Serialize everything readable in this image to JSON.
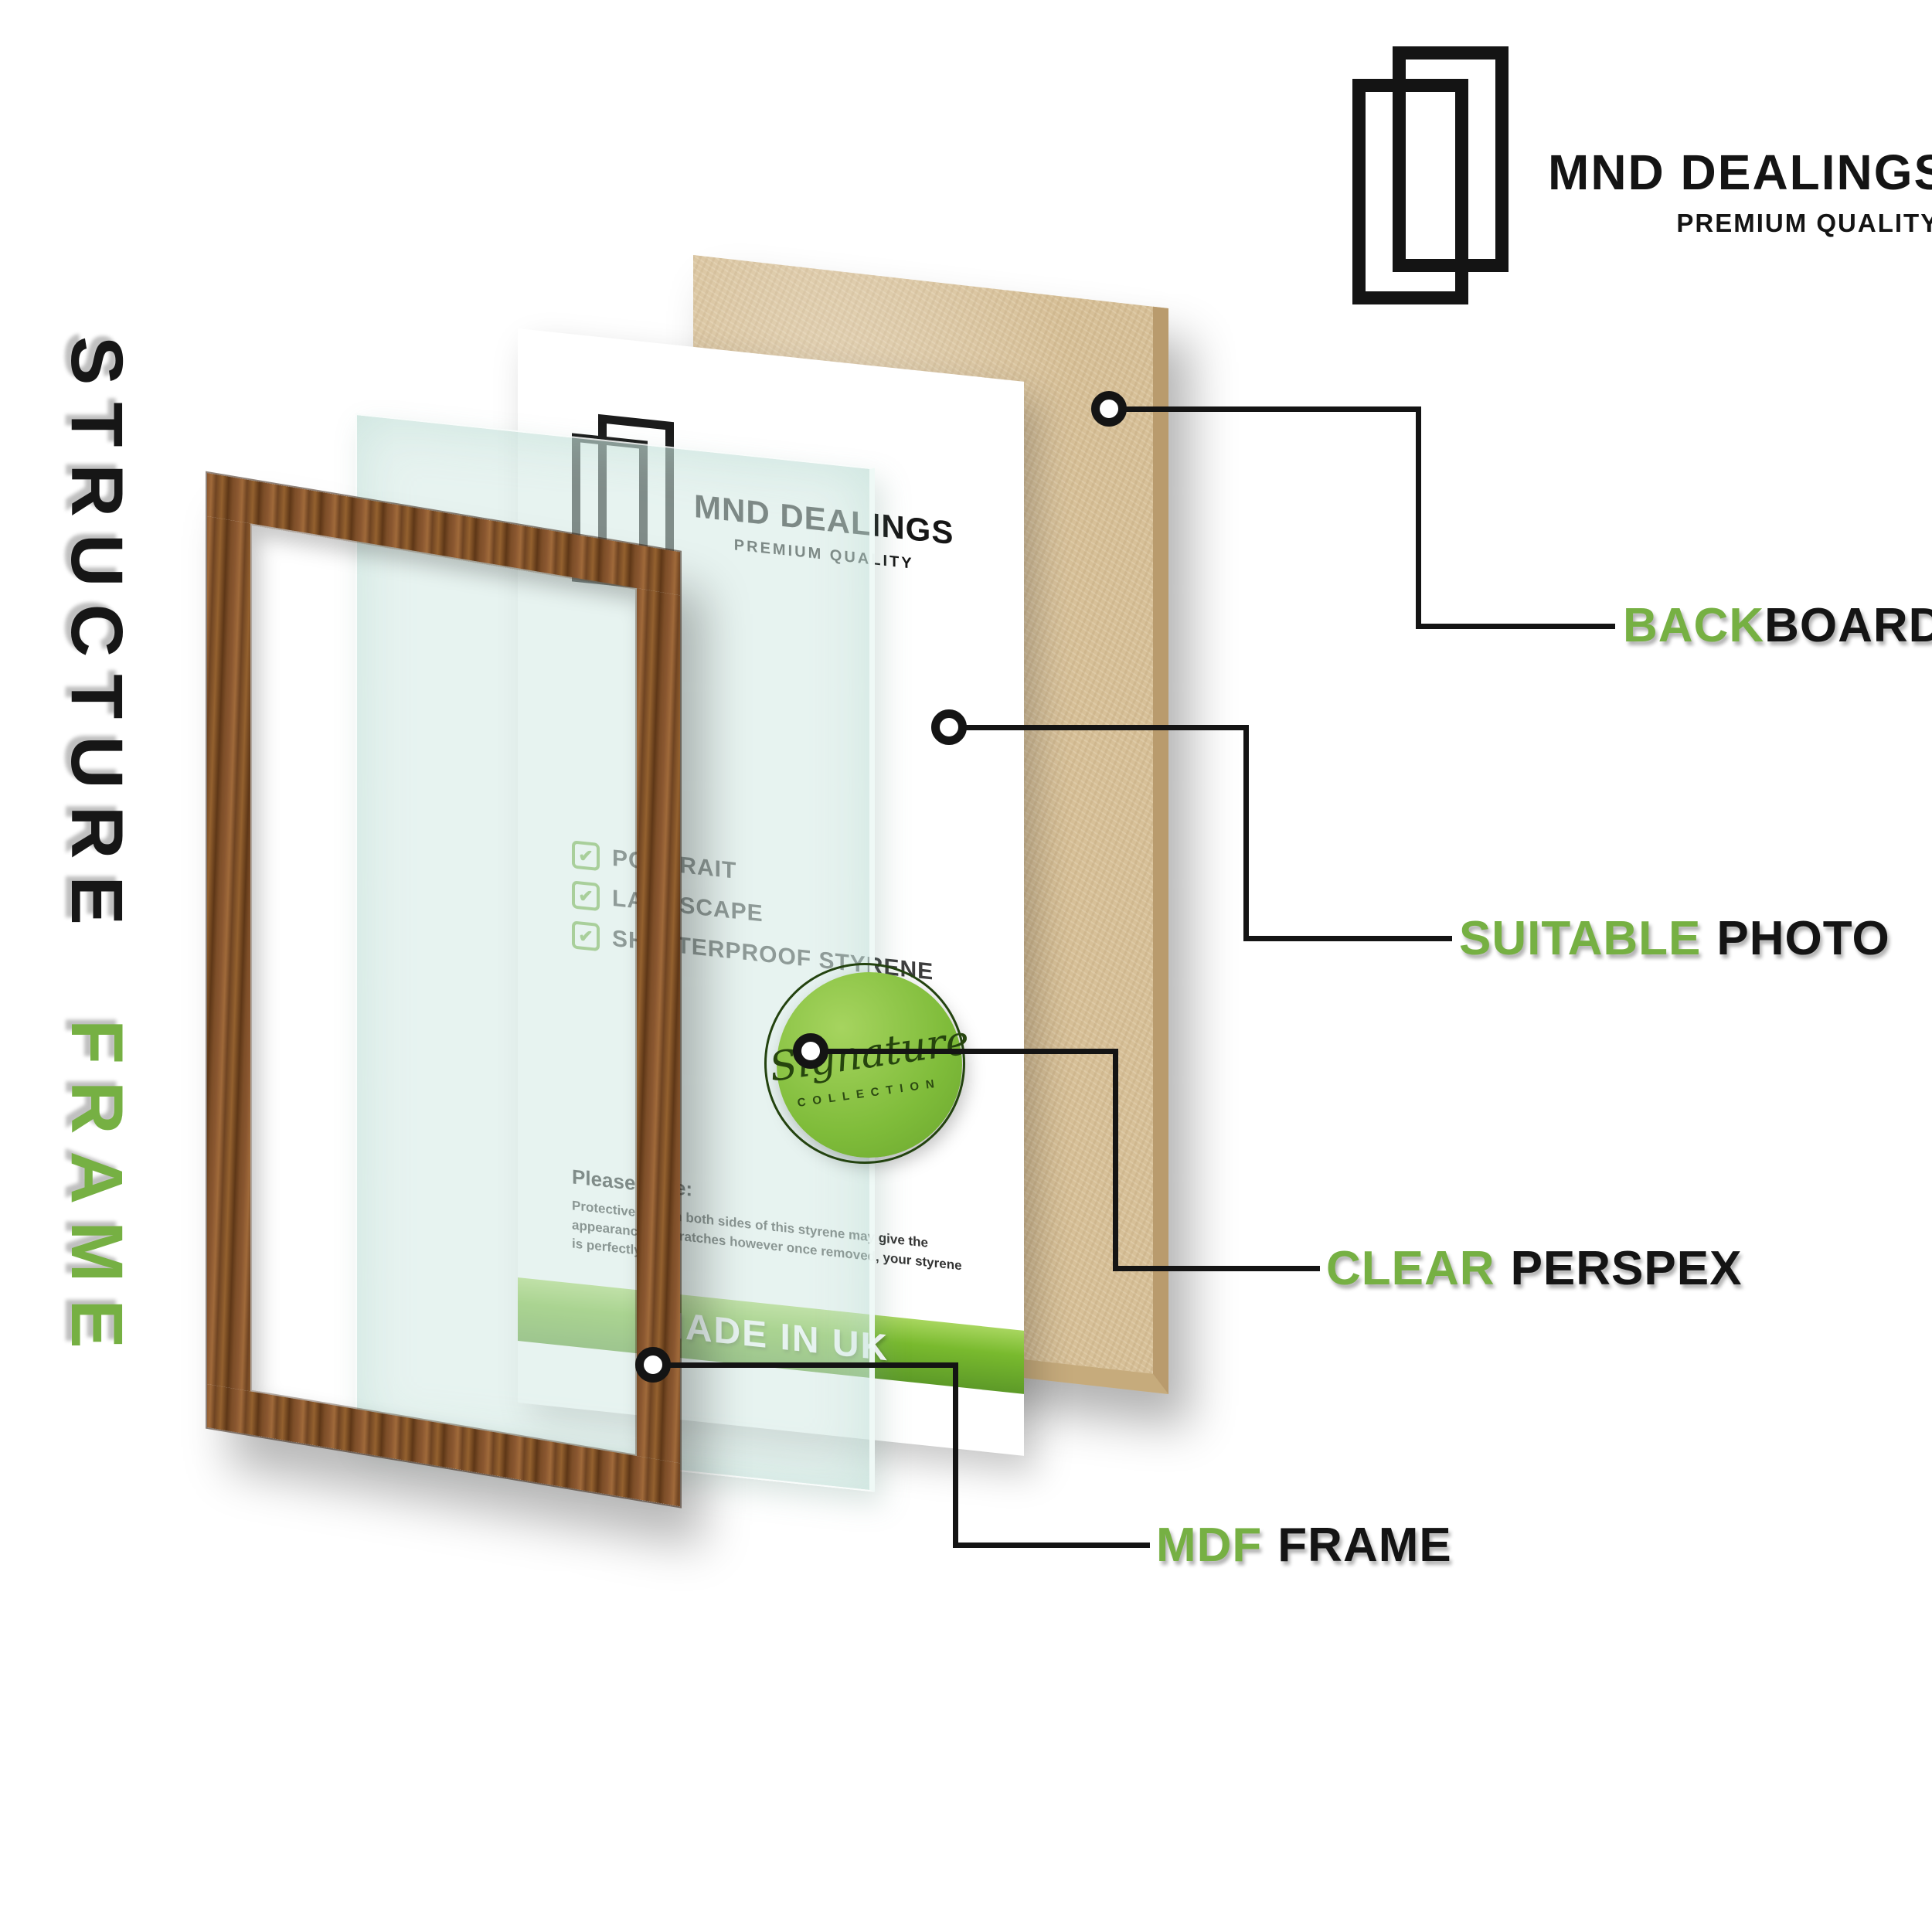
{
  "brand": {
    "name": "MND DEALINGS",
    "tagline": "PREMIUM QUALITY"
  },
  "side_title": {
    "top_word": "STRUCTURE",
    "bottom_word": "FRAME"
  },
  "callouts": {
    "backboard": {
      "highlight": "BACK",
      "rest": "BOARD"
    },
    "photo": {
      "highlight": "SUITABLE",
      "rest": "PHOTO"
    },
    "perspex": {
      "highlight": "CLEAR",
      "rest": "PERSPEX"
    },
    "frame": {
      "highlight": "MDF",
      "rest": "FRAME"
    }
  },
  "insert": {
    "brand_name": "MND DEALINGS",
    "brand_tagline": "PREMIUM QUALITY",
    "check_glyph": "✔",
    "checklist": [
      "PORTRAIT",
      "LANDSCAPE",
      "SHATTERPROOF STYRENE"
    ],
    "note_title": "Please Note:",
    "note_body": "Protective film on both sides of this styrene may give the appearance of scratches however once removed, your styrene is perfectly clear,",
    "banner": "MADE IN UK",
    "badge_script": "Signature",
    "badge_sub": "COLLECTION"
  },
  "colors": {
    "accent_green": "#76b043",
    "banner_green": "#79ba2e",
    "wood_brown": "#8a5730",
    "board_tan": "#d7c098",
    "line_black": "#141414"
  }
}
